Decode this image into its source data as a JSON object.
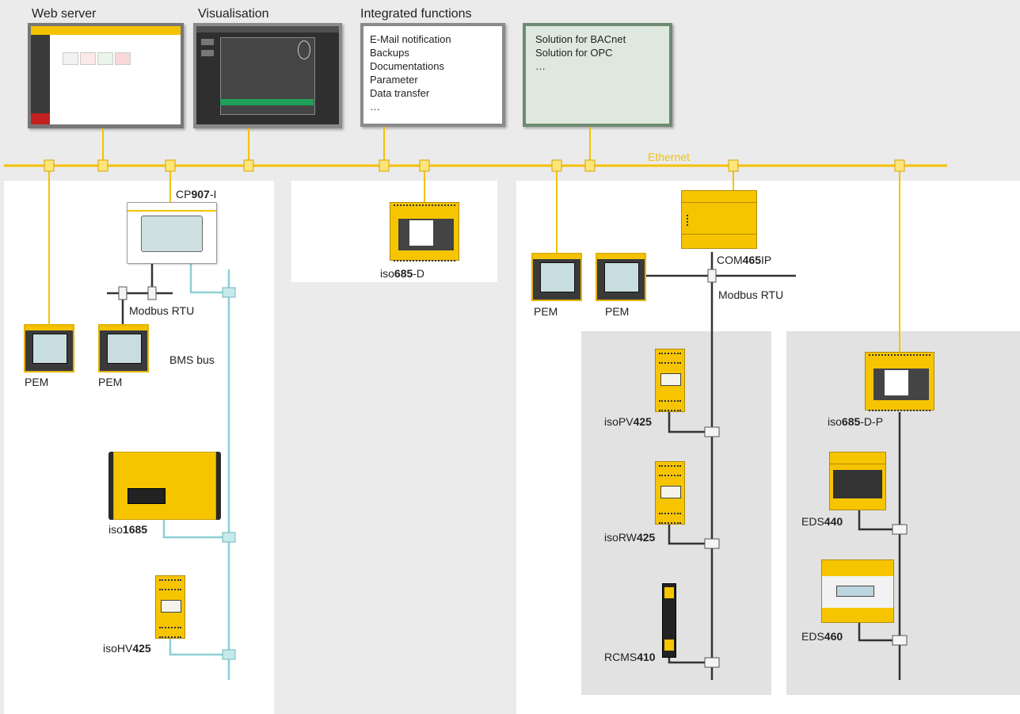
{
  "columns": {
    "web_server": "Web server",
    "visualisation": "Visualisation",
    "integrated_functions": "Integrated functions"
  },
  "integrated_list": [
    "E-Mail notification",
    "Backups",
    "Documentations",
    "Parameter",
    "Data transfer",
    "…"
  ],
  "solutions_list": [
    "Solution for BACnet",
    "Solution for OPC",
    "…"
  ],
  "network": {
    "ethernet": "Ethernet",
    "modbus_rtu_left": "Modbus RTU",
    "modbus_rtu_right": "Modbus RTU",
    "bms_bus": "BMS bus"
  },
  "devices": {
    "cp907_pre": "CP",
    "cp907_num": "907",
    "cp907_post": "-I",
    "pem": "PEM",
    "iso1685_pre": "iso",
    "iso1685_num": "1685",
    "isohv425_pre": "isoHV",
    "isohv425_num": "425",
    "iso685d_pre": "iso",
    "iso685d_num": "685",
    "iso685d_post": "-D",
    "com465ip_pre": "COM",
    "com465ip_num": "465",
    "com465ip_post": "IP",
    "isopv425_pre": "isoPV",
    "isopv425_num": "425",
    "isorw425_pre": "isoRW",
    "isorw425_num": "425",
    "rcms410_pre": "RCMS",
    "rcms410_num": "410",
    "iso685dp_pre": "iso",
    "iso685dp_num": "685",
    "iso685dp_post": "-D-P",
    "eds440_pre": "EDS",
    "eds440_num": "440",
    "eds460_pre": "EDS",
    "eds460_num": "460"
  },
  "colors": {
    "ethernet": "#f5c200",
    "bms_bus": "#8ccfd4",
    "modbus": "#333333",
    "device_yellow": "#f7c500"
  }
}
